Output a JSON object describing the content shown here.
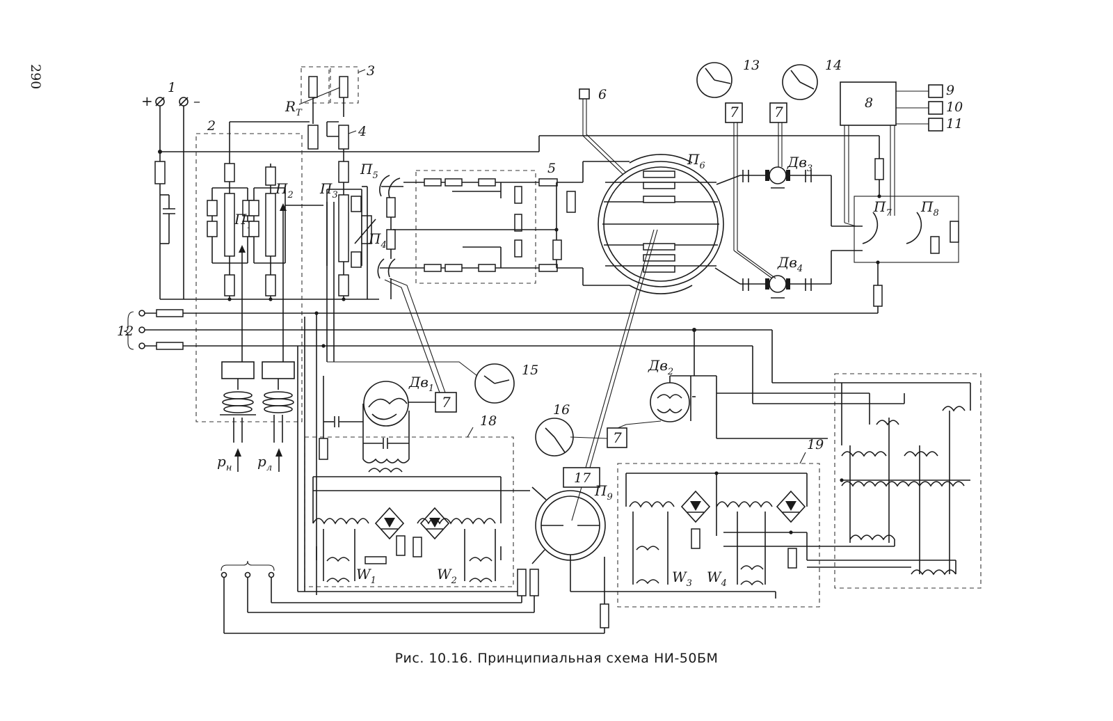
{
  "page_number": "290",
  "caption": "Рис. 10.16. Принципиальная схема НИ-50БМ",
  "labels": {
    "plus": "+",
    "minus": "–",
    "n1": "1",
    "n2": "2",
    "n3": "3",
    "n4": "4",
    "n5": "5",
    "n6": "6",
    "n7": "7",
    "n8": "8",
    "n9": "9",
    "n10": "10",
    "n11": "11",
    "n12": "12",
    "n13": "13",
    "n14": "14",
    "n15": "15",
    "n16": "16",
    "n17": "17",
    "n18": "18",
    "n19": "19",
    "rt": "R",
    "rt_sub": "T",
    "p1": "П",
    "p1_sub": "1",
    "p2": "П",
    "p2_sub": "2",
    "p3": "П",
    "p3_sub": "3",
    "p4": "П",
    "p4_sub": "4",
    "p5": "П",
    "p5_sub": "5",
    "p6": "П",
    "p6_sub": "6",
    "p7": "П",
    "p7_sub": "7",
    "p8": "П",
    "p8_sub": "8",
    "p9": "П",
    "p9_sub": "9",
    "dv1": "Дв",
    "dv1_sub": "1",
    "dv2": "Дв",
    "dv2_sub": "2",
    "dv3": "Дв",
    "dv3_sub": "3",
    "dv4": "Дв",
    "dv4_sub": "4",
    "w1": "W",
    "w1_sub": "1",
    "w2": "W",
    "w2_sub": "2",
    "w3": "W",
    "w3_sub": "3",
    "w4": "W",
    "w4_sub": "4",
    "pn": "p",
    "pn_sub": "н",
    "pl": "p",
    "pl_sub": "л"
  }
}
